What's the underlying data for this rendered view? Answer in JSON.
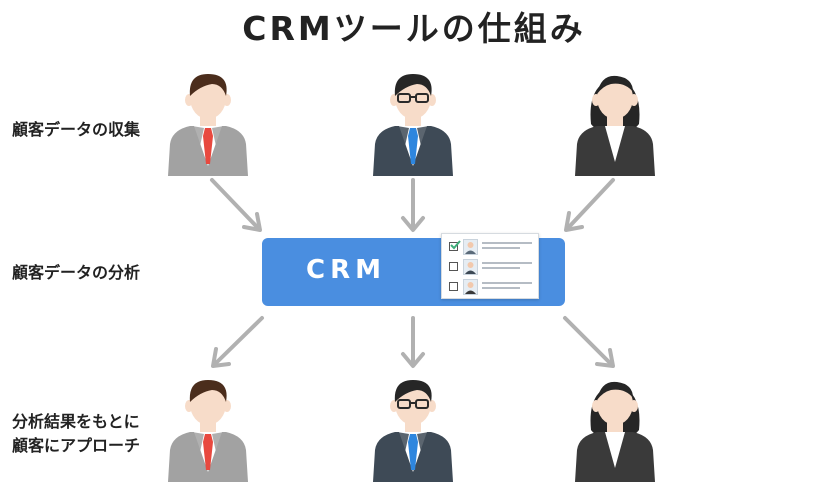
{
  "title": "CRMツールの仕組み",
  "steps": {
    "collect": "顧客データの収集",
    "analyze": "顧客データの分析",
    "approach": [
      "分析結果をもとに",
      "顧客にアプローチ"
    ]
  },
  "crm": {
    "label": "CRM",
    "card_rows": [
      {
        "checked": true
      },
      {
        "checked": false
      },
      {
        "checked": false
      }
    ]
  },
  "colors": {
    "crm_blue": "#4a8ee0",
    "arrow_gray": "#b1b1b1",
    "check_green": "#3dae7a",
    "tie_red": "#e8493f",
    "tie_blue": "#2e86de",
    "suit_gray": "#a2a2a2",
    "suit_navy": "#3e4a56",
    "suit_dark": "#3a3a3a",
    "skin": "#f7dcc9",
    "hair_brown": "#4b2d1c",
    "hair_black": "#262626"
  },
  "people": {
    "top": [
      "businessman-gray-suit-icon",
      "businessman-glasses-icon",
      "businesswoman-icon"
    ],
    "bottom": [
      "businessman-gray-suit-icon",
      "businessman-glasses-icon",
      "businesswoman-icon"
    ]
  }
}
